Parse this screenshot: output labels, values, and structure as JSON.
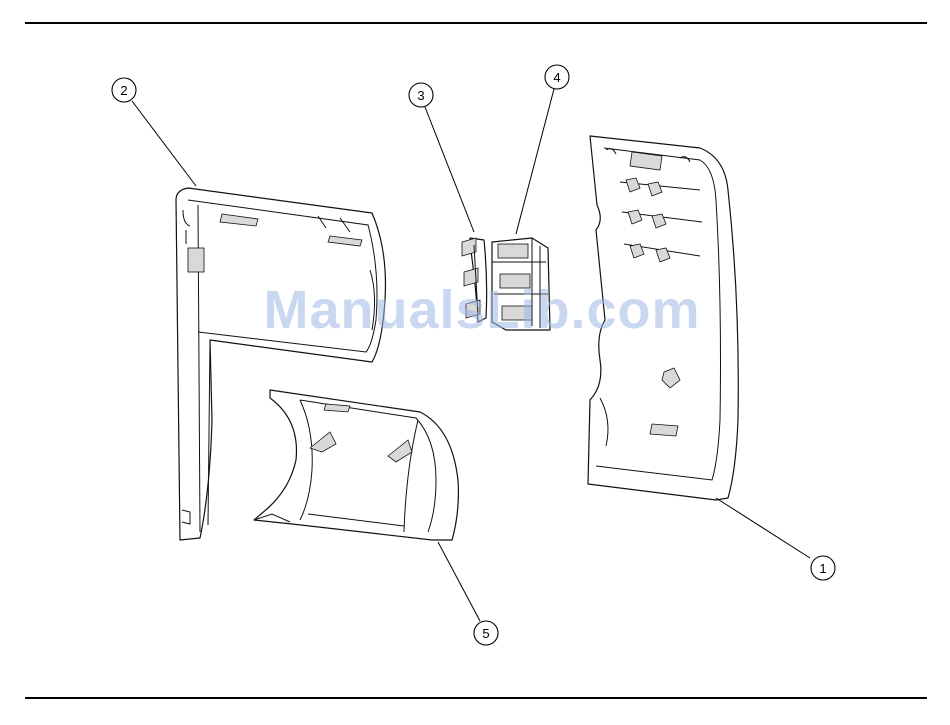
{
  "callouts": [
    {
      "id": "1",
      "label": "1"
    },
    {
      "id": "2",
      "label": "2"
    },
    {
      "id": "3",
      "label": "3"
    },
    {
      "id": "4",
      "label": "4"
    },
    {
      "id": "5",
      "label": "5"
    }
  ],
  "watermark": "ManualsLib.com",
  "colors": {
    "line": "#111111",
    "watermark": "#9db7e6",
    "background": "#ffffff"
  }
}
